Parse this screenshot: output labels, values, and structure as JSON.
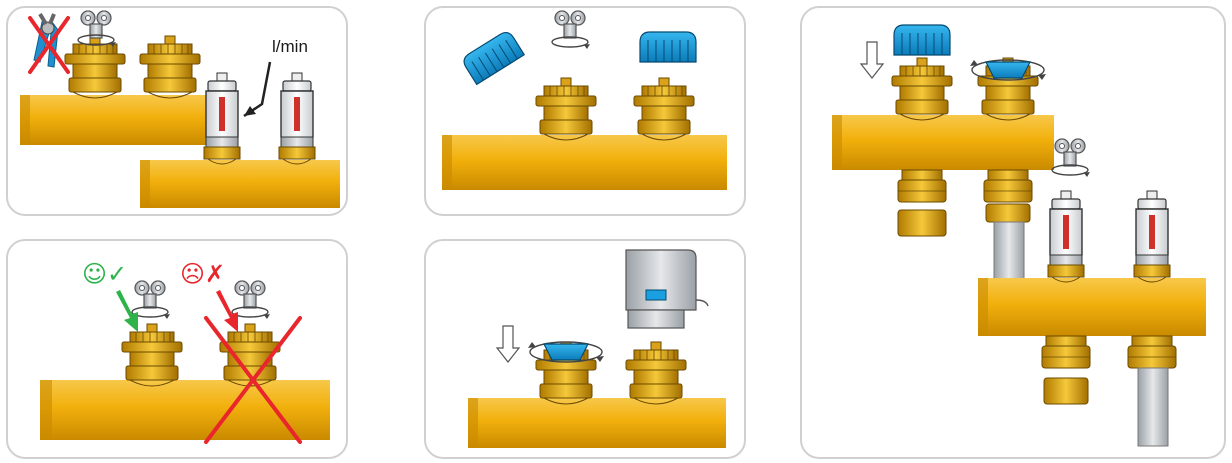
{
  "panels": [
    {
      "id": "panel-1",
      "flow_label": "l/min"
    },
    {
      "id": "panel-2"
    },
    {
      "id": "panel-3",
      "good_mark": "☺✓",
      "bad_mark": "☹✗"
    },
    {
      "id": "panel-4"
    },
    {
      "id": "panel-5"
    }
  ],
  "colors": {
    "pipe": "#f2b00c",
    "pipe_shadow": "#c98a00",
    "brass": "#e7b21a",
    "brass_dark": "#9c6a00",
    "cap_blue": "#1aa0e0",
    "cap_blue_dark": "#0b6fa8",
    "red_cross": "#e8262b",
    "green_ok": "#2db34a",
    "key_grey": "#b9bec3",
    "actuator": "#d9dde0",
    "panel_border": "#d0d0d0"
  },
  "icons": [
    "pliers-icon",
    "valve-key-icon",
    "rotate-arrow-icon",
    "down-arrow-icon",
    "flow-meter-icon",
    "blue-cap-icon",
    "actuator-icon",
    "smiley-icon",
    "sad-face-icon",
    "check-icon",
    "cross-icon"
  ]
}
